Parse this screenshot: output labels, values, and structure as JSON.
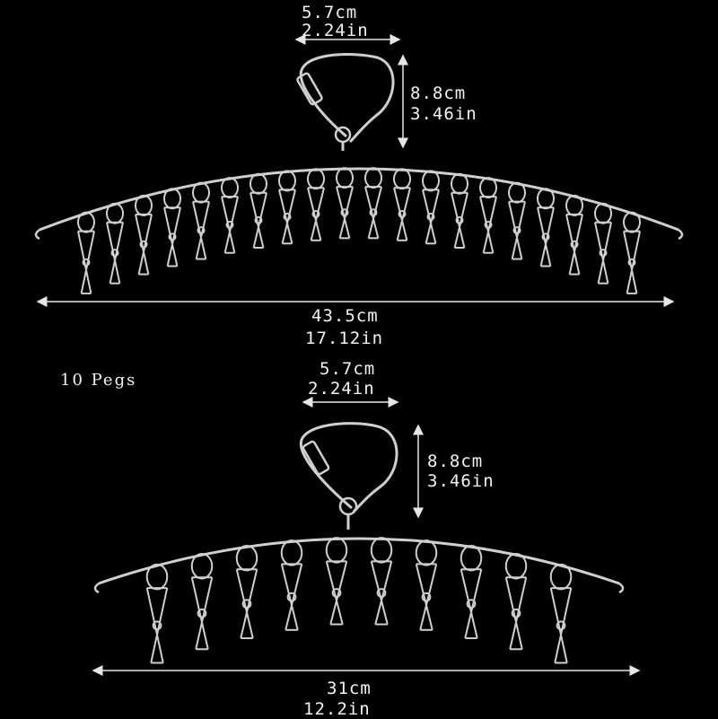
{
  "top_hanger": {
    "hook_width": {
      "metric": "5.7cm",
      "imperial": "2.24in"
    },
    "hook_height": {
      "metric": "8.8cm",
      "imperial": "3.46in"
    },
    "total_width": {
      "metric": "43.5cm",
      "imperial": "17.12in"
    },
    "peg_count": 20
  },
  "bottom_hanger": {
    "label": "10 Pegs",
    "hook_width": {
      "metric": "5.7cm",
      "imperial": "2.24in"
    },
    "hook_height": {
      "metric": "8.8cm",
      "imperial": "3.46in"
    },
    "total_width": {
      "metric": "31cm",
      "imperial": "12.2in"
    },
    "peg_count": 10
  },
  "colors": {
    "background": "#000000",
    "text": "#f2f2f2",
    "wire": "#cfcfcf",
    "arrow": "#e6e6e6"
  }
}
